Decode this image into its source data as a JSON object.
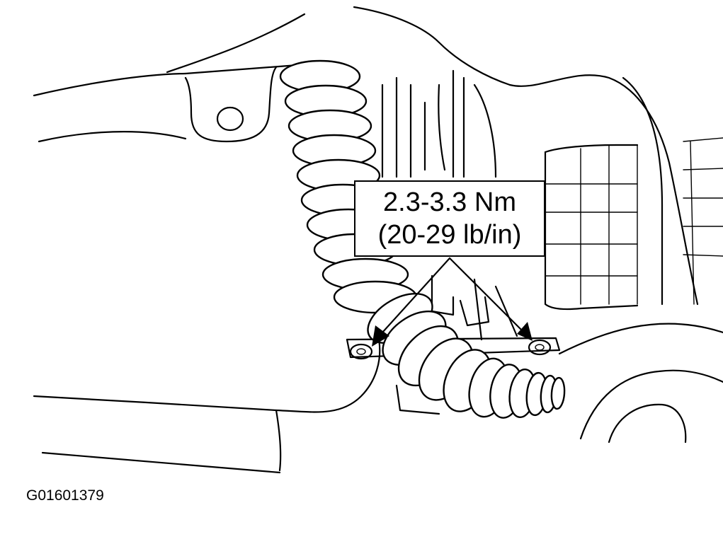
{
  "callout": {
    "line1": "2.3-3.3 Nm",
    "line2": "(20-29 lb/in)"
  },
  "figure_id": "G01601379"
}
